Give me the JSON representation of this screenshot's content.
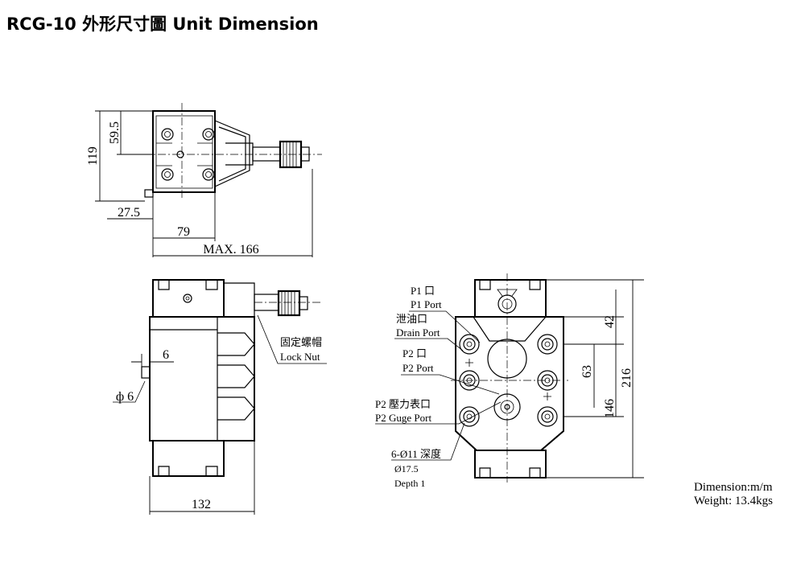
{
  "title": "RCG-10 外形尺寸圖  Unit Dimension",
  "top_view": {
    "dim_119": "119",
    "dim_59_5": "59.5",
    "dim_27_5": "27.5",
    "dim_79": "79",
    "dim_max166": "MAX. 166"
  },
  "side_view": {
    "lock_nut_cn": "固定螺帽",
    "lock_nut_en": "Lock Nut",
    "dim_6": "6",
    "dim_phi6": "ф 6",
    "dim_132": "132"
  },
  "front_view": {
    "p1_cn": "P1  口",
    "p1_en": "P1 Port",
    "drain_cn": "泄油口",
    "drain_en": "Drain  Port",
    "p2_cn": "P2  口",
    "p2_en": "P2  Port",
    "gauge_cn": "P2  壓力表口",
    "gauge_en": "P2  Guge  Port",
    "holes_cn": "6-Ø11  深度",
    "holes_dia": "Ø17.5",
    "holes_depth": "Depth   1",
    "dim_42": "42",
    "dim_63": "63",
    "dim_146": "146",
    "dim_216": "216"
  },
  "specs": {
    "dimension": "Dimension:m/m",
    "weight": "Weight: 13.4kgs"
  }
}
